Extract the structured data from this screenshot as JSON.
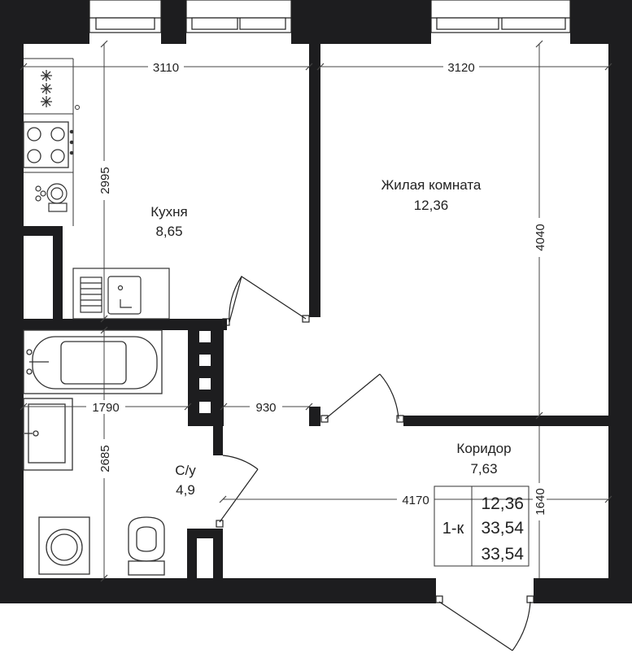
{
  "colors": {
    "wall": "#1d1d1f",
    "line": "#222222",
    "fixture": "#333333",
    "background": "#ffffff"
  },
  "rooms": {
    "kitchen": {
      "name": "Кухня",
      "area": "8,65"
    },
    "living": {
      "name": "Жилая комната",
      "area": "12,36"
    },
    "corridor": {
      "name": "Коридор",
      "area": "7,63"
    },
    "bathroom": {
      "name": "С/у",
      "area": "4,9"
    }
  },
  "dimensions": {
    "kitchen_width": "3110",
    "kitchen_depth": "2995",
    "living_width": "3120",
    "living_depth": "4040",
    "bath_width": "1790",
    "bath_depth": "2685",
    "passage_width": "930",
    "corridor_length": "4170",
    "corridor_depth": "1640"
  },
  "summary": {
    "type": "1-к",
    "living_area": "12,36",
    "total_area": "33,54",
    "area_with_balcony": "33,54"
  },
  "icons": [
    "window-icon",
    "stove-icon",
    "sink-icon",
    "dishwasher-icon",
    "bathtub-icon",
    "washbasin-icon",
    "toilet-icon",
    "washing-machine-icon",
    "door-icon",
    "ventilation-shaft-icon"
  ]
}
